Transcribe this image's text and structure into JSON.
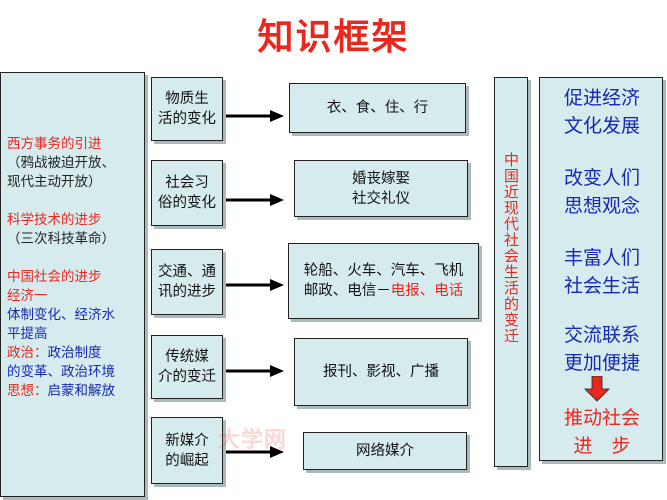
{
  "title": "知识框架",
  "left_panel": {
    "lines": [
      {
        "text": "西方事务的引进",
        "color": "red"
      },
      {
        "text": "（鸦战被迫开放、",
        "color": "dark"
      },
      {
        "text": "现代主动开放）",
        "color": "dark"
      },
      {
        "text": "",
        "color": "gap"
      },
      {
        "text": "科学技术的进步",
        "color": "red"
      },
      {
        "text": "（三次科技革命）",
        "color": "dark"
      },
      {
        "text": "",
        "color": "gap"
      },
      {
        "text": "中国社会的进步",
        "color": "red"
      },
      {
        "text": "经济一",
        "color": "red"
      },
      {
        "text": "体制变化、经济水",
        "color": "blue"
      },
      {
        "text": "平提高",
        "color": "blue"
      },
      {
        "text": "政治：",
        "color": "red",
        "suffix": "政治制度",
        "suffix_color": "blue"
      },
      {
        "text": "的变革、政治环境",
        "color": "blue"
      },
      {
        "text": "思想：",
        "color": "red",
        "suffix": "启蒙和解放",
        "suffix_color": "blue"
      }
    ]
  },
  "categories": [
    {
      "line1": "物质生",
      "line2": "活的变化"
    },
    {
      "line1": "社会习",
      "line2": "俗的变化"
    },
    {
      "line1": "交通、通",
      "line2": "讯的进步"
    },
    {
      "line1": "传统媒",
      "line2": "介的变迁"
    },
    {
      "line1": "新媒介",
      "line2": "的崛起"
    }
  ],
  "details": [
    {
      "line1": "衣、食、住、行",
      "line2": "",
      "line2_red": ""
    },
    {
      "line1": "婚丧嫁娶",
      "line2": "社交礼仪",
      "line2_red": ""
    },
    {
      "line1": "轮船、火车、汽车、飞机",
      "line2": "邮政、电信－",
      "line2_red": "电报、电话"
    },
    {
      "line1": "报刊、影视、广播",
      "line2": "",
      "line2_red": ""
    },
    {
      "line1": "网络媒介",
      "line2": "",
      "line2_red": ""
    }
  ],
  "vertical_label": "中国近现代社会生活的变迁",
  "effects": [
    {
      "line1": "促进经济",
      "line2": "文化发展",
      "color": "blue"
    },
    {
      "line1": "改变人们",
      "line2": "思想观念",
      "color": "blue"
    },
    {
      "line1": "丰富人们",
      "line2": "社会生活",
      "color": "blue"
    },
    {
      "line1": "交流联系",
      "line2": "更加便捷",
      "color": "blue"
    },
    {
      "line1": "推动社会",
      "line2": "进　步",
      "color": "red"
    }
  ],
  "watermark": "大学网",
  "colors": {
    "red": "#e8281e",
    "blue": "#1428b4",
    "box": "#d6ebee"
  },
  "icons": {
    "arrow": "right-arrow-icon",
    "down_arrow": "down-arrow-icon"
  }
}
